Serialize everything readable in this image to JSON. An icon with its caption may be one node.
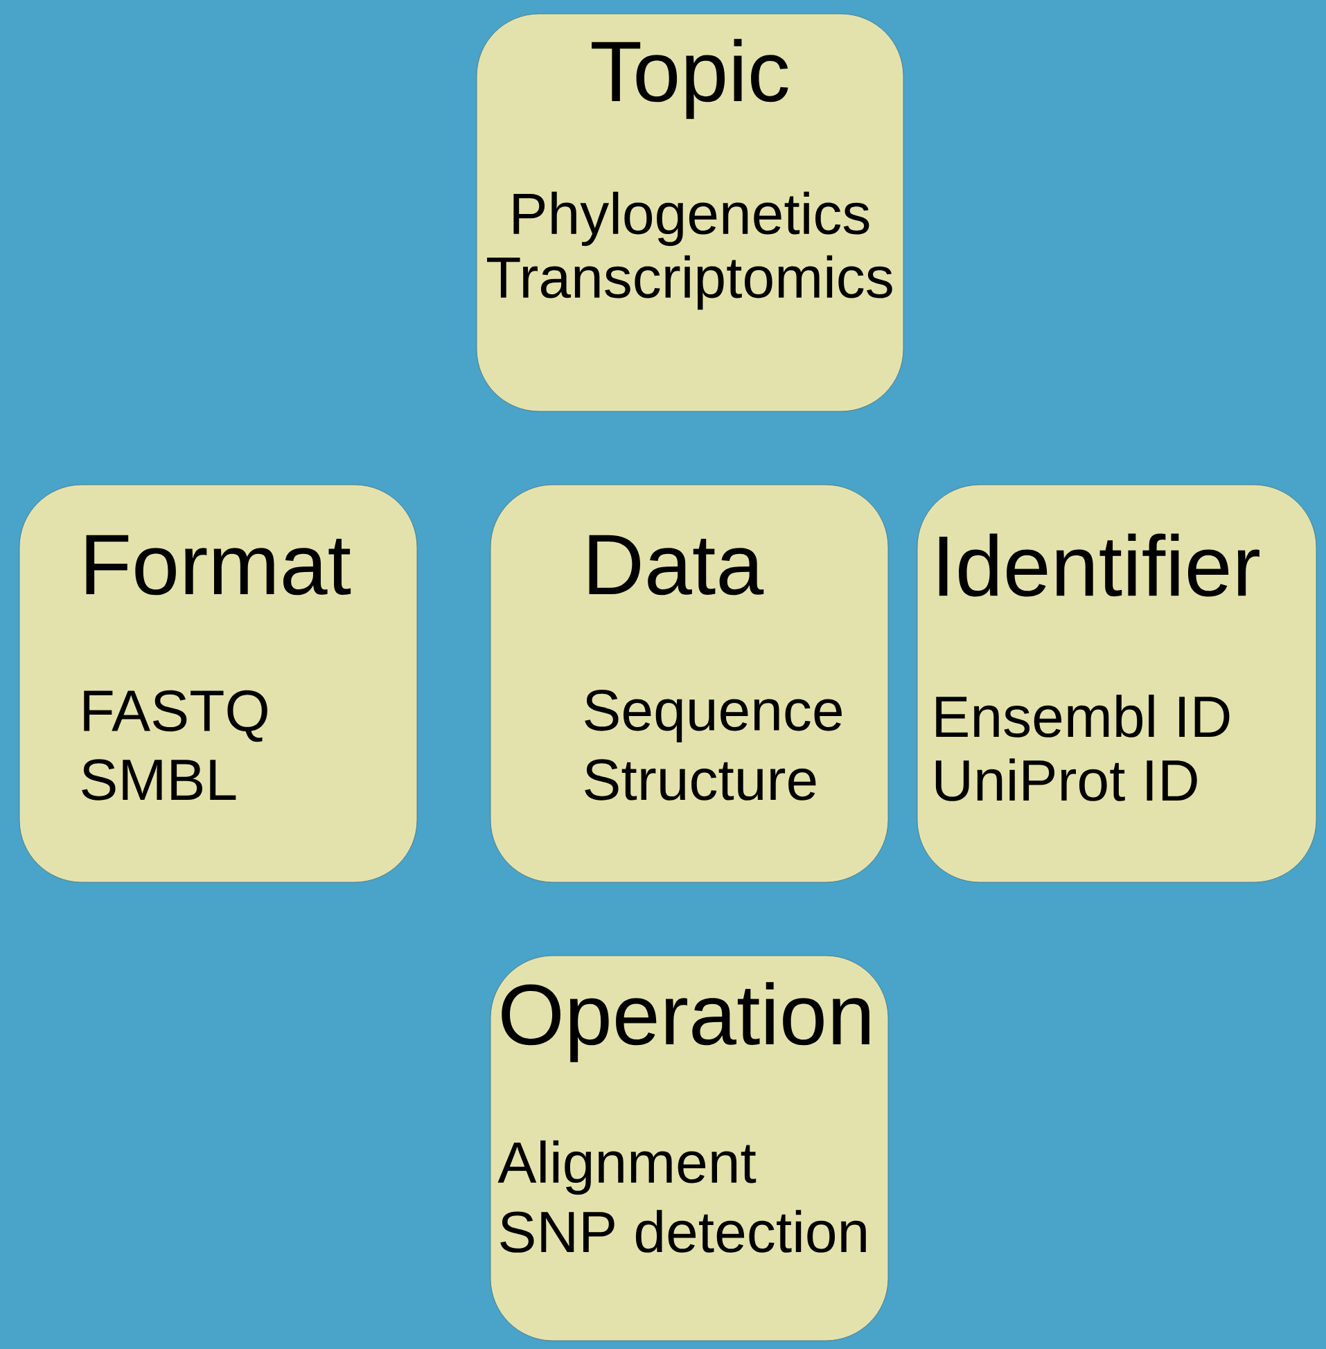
{
  "diagram": {
    "nodes": [
      {
        "text": [
          "Topic",
          "Phylogenetics",
          "Transcriptomics"
        ]
      },
      {
        "text": [
          "Format",
          "FASTQ",
          "SMBL"
        ]
      },
      {
        "text": [
          "Data",
          "Sequence",
          "Structure"
        ]
      },
      {
        "text": [
          "Identifier",
          "Ensembl ID",
          "UniProt ID"
        ]
      },
      {
        "text": [
          "Operation",
          "Alignment",
          "SNP detection"
        ]
      }
    ]
  }
}
